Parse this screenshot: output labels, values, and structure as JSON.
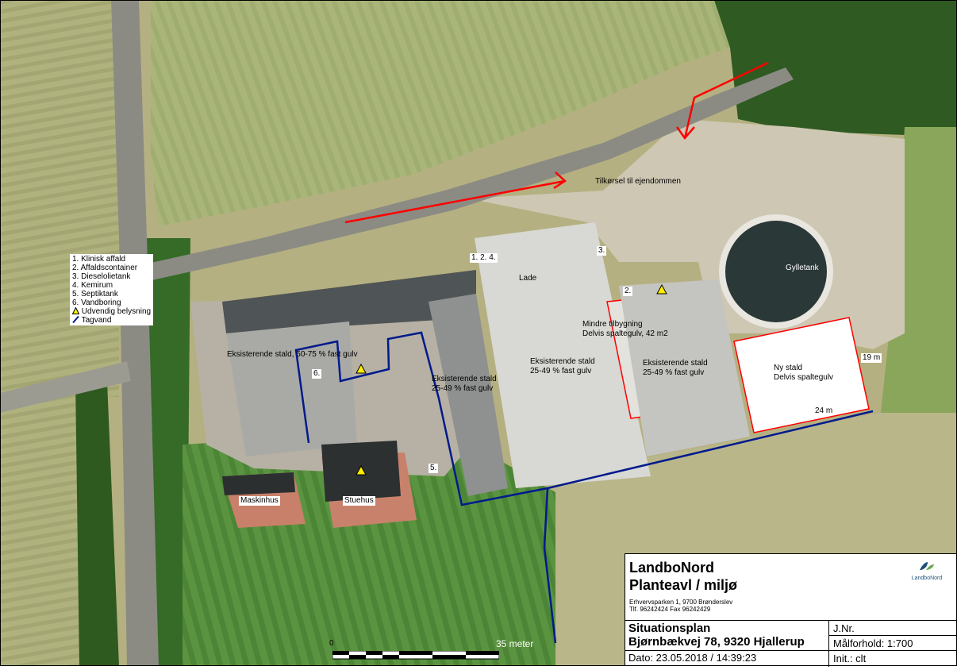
{
  "map_labels": {
    "access": "Tilkørsel til ejendommen",
    "lade": "Lade",
    "gyllettank": "Gylletank",
    "nums_124": "1. 2. 4.",
    "num_3": "3.",
    "num_2": "2.",
    "num_6": "6.",
    "num_5": "5.",
    "mindre_line1": "Mindre tilbygning",
    "mindre_line2": "Delvis spaltegulv, 42 m2",
    "stald1": "Eksisterende stald, 50-75 % fast gulv",
    "stald2_line1": "Eksisterende stald",
    "stald2_line2": "25-49 % fast gulv",
    "stald3_line1": "Eksisterende stald",
    "stald3_line2": "25-49 % fast gulv",
    "stald4_line1": "Eksisterende stald",
    "stald4_line2": "25-49 % fast gulv",
    "ny_line1": "Ny stald",
    "ny_line2": "Delvis spaltegulv",
    "dim_19": "19 m",
    "dim_24": "24 m",
    "maskinhus": "Maskinhus",
    "stuehus": "Stuehus"
  },
  "legend": {
    "items": [
      "1. Klinisk affald",
      "2. Affaldscontainer",
      "3. Dieselolietank",
      "4. Kemirum",
      "5. Septiktank",
      "6. Vandboring"
    ],
    "lighting": "Udvendig belysning",
    "roofwater": "Tagvand"
  },
  "title_block": {
    "org_line1": "LandboNord",
    "org_line2": "Planteavl / miljø",
    "logo_text": "LandboNord",
    "address_line1": "Erhvervsparken 1, 9700 Brønderslev",
    "address_line2": "Tlf. 96242424 Fax 96242429",
    "plan_title": "Situationsplan",
    "plan_address": "Bjørnbækvej 78, 9320 Hjallerup",
    "date": "Dato: 23.05.2018 / 14:39:23",
    "jnr": "J.Nr.",
    "scale": "Målforhold: 1:700",
    "init": "Init.: clt"
  },
  "scale_bar": {
    "start": "0",
    "end": "35 meter"
  },
  "colors": {
    "field": "#a9b77a",
    "grass": "#4f8a3b",
    "road": "#8e8e86",
    "gravel": "#cfc7b6",
    "roof_light": "#d9d9d6",
    "roof_dark": "#555a5c",
    "tile_roof": "#c8826c",
    "arrow": "#ff0000",
    "tagvand": "#001a8c",
    "lighting": "#ffee00"
  }
}
